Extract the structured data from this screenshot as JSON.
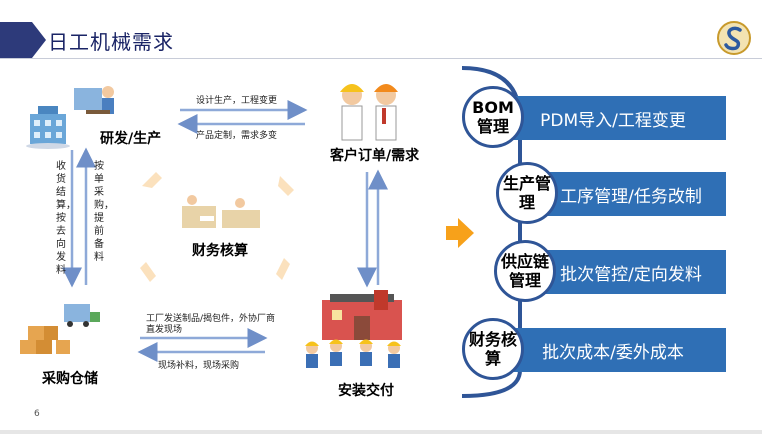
{
  "header": {
    "title": "日工机械需求"
  },
  "nodes": {
    "rd": "研发/生产",
    "customer": "客户订单/需求",
    "finance": "财务核算",
    "warehouse": "采购仓储",
    "install": "安装交付"
  },
  "arrows": {
    "rd_to_customer": "设计生产，工程变更",
    "customer_to_rd": "产品定制，需求多变",
    "rd_to_warehouse": "收货结算，按去向发料",
    "warehouse_to_rd": "按单采购，提前备料",
    "warehouse_to_install": "工厂发送制品/揭包件，外协厂商直发现场",
    "install_to_warehouse": "现场补料，现场采购"
  },
  "rows": [
    {
      "circle": "BOM管理",
      "text": "PDM导入/工程变更"
    },
    {
      "circle": "生产管理",
      "text": "工序管理/任务改制"
    },
    {
      "circle": "供应链管理",
      "text": "批次管控/定向发料"
    },
    {
      "circle": "财务核算",
      "text": "批次成本/委外成本"
    }
  ],
  "footer": {
    "page_number": "6"
  },
  "colors": {
    "accent": "#2d3a7a",
    "row_fill": "#2f6fb5",
    "arrow": "#f7a11a",
    "connector": "#8ea9d8"
  }
}
